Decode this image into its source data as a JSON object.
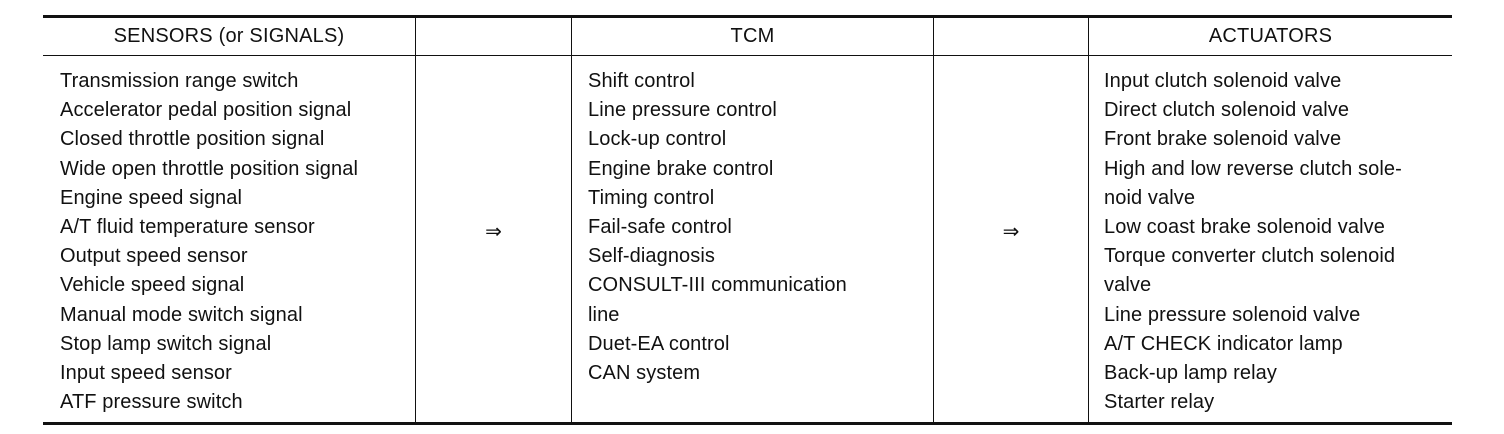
{
  "columns": {
    "sensors": {
      "header": "SENSORS (or SIGNALS)",
      "lines": [
        "Transmission range switch",
        "Accelerator pedal position signal",
        "Closed throttle position signal",
        "Wide open throttle position signal",
        "Engine speed signal",
        "A/T fluid temperature sensor",
        "Output speed sensor",
        "Vehicle speed signal",
        "Manual mode switch signal",
        "Stop lamp switch signal",
        "Input speed sensor",
        "ATF pressure switch"
      ]
    },
    "tcm": {
      "header": "TCM",
      "lines": [
        "Shift control",
        "Line pressure control",
        "Lock-up control",
        "Engine brake control",
        "Timing control",
        "Fail-safe control",
        "Self-diagnosis",
        "CONSULT-III communication",
        "line",
        "Duet-EA control",
        "CAN system"
      ]
    },
    "actuators": {
      "header": "ACTUATORS",
      "lines": [
        "Input clutch solenoid valve",
        "Direct clutch solenoid valve",
        "Front brake solenoid valve",
        "High and low reverse clutch sole-",
        "noid valve",
        "Low coast brake solenoid valve",
        "Torque converter clutch solenoid",
        "valve",
        "Line pressure solenoid valve",
        "A/T CHECK indicator lamp",
        "Back-up lamp relay",
        "Starter relay"
      ]
    }
  },
  "arrows": {
    "sensors_to_tcm": "⇒",
    "tcm_to_actuators": "⇒"
  }
}
